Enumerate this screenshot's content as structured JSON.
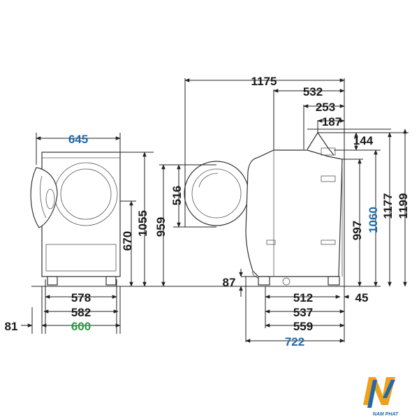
{
  "front_view": {
    "width_top": "645",
    "height_670": "670",
    "height_1055": "1055",
    "width_578": "578",
    "width_582": "582",
    "width_600": "600",
    "offset_81": "81"
  },
  "door_view": {
    "width_1175": "1175",
    "height_959": "959",
    "door_516": "516"
  },
  "side_view": {
    "depth_532": "532",
    "depth_253": "253",
    "depth_187": "187",
    "height_144": "144",
    "height_997": "997",
    "height_1060": "1060",
    "height_1177": "1177",
    "height_1199": "1199",
    "height_87": "87",
    "depth_512": "512",
    "foot_45": "45",
    "depth_537": "537",
    "depth_559": "559",
    "depth_722": "722"
  },
  "colors": {
    "line": "#222222",
    "blue": "#1f6aa8",
    "green": "#2e9a45"
  },
  "logo": {
    "text": "NAM PHAT"
  }
}
